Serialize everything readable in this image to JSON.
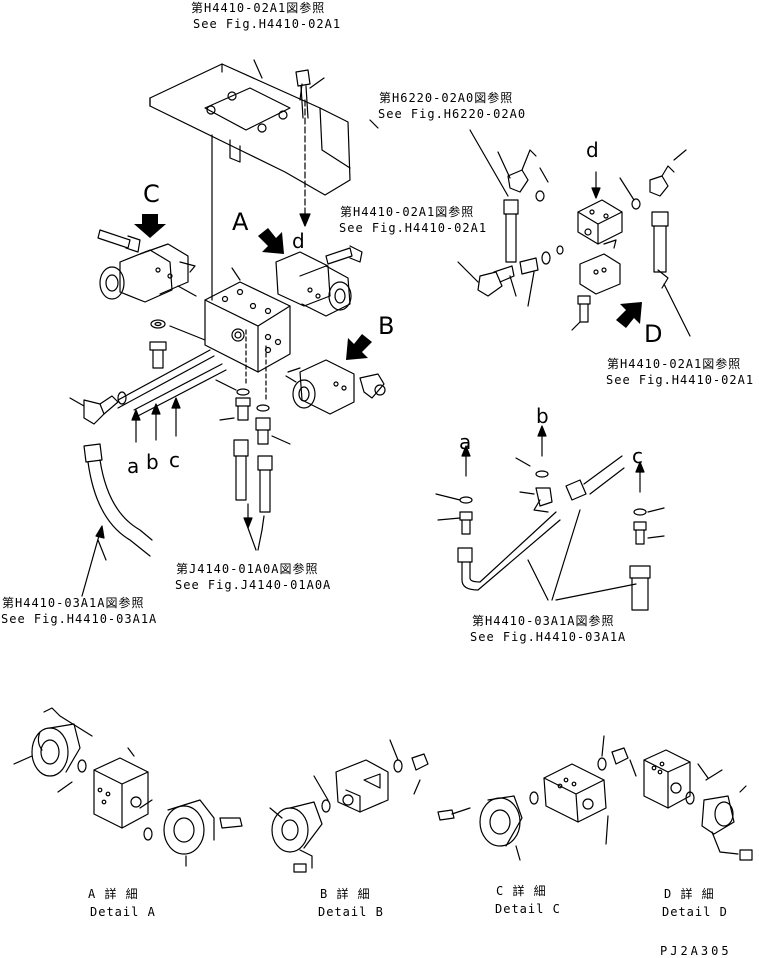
{
  "references": {
    "top": {
      "jp": "第H4410-02A1図参照",
      "en": "See Fig.H4410-02A1"
    },
    "h6220": {
      "jp": "第H6220-02A0図参照",
      "en": "See Fig.H6220-02A0"
    },
    "mid": {
      "jp": "第H4410-02A1図参照",
      "en": "See Fig.H4410-02A1"
    },
    "right": {
      "jp": "第H4410-02A1図参照",
      "en": "See Fig.H4410-02A1"
    },
    "j4140": {
      "jp": "第J4140-01A0A図参照",
      "en": "See Fig.J4140-01A0A"
    },
    "h4410_03_left": {
      "jp": "第H4410-03A1A図参照",
      "en": "See Fig.H4410-03A1A"
    },
    "h4410_03_right": {
      "jp": "第H4410-03A1A図参照",
      "en": "See Fig.H4410-03A1A"
    }
  },
  "view_labels": {
    "A": "A",
    "B": "B",
    "C": "C",
    "D": "D"
  },
  "pipe_labels": {
    "a": "a",
    "b": "b",
    "c": "c",
    "d": "d"
  },
  "details": {
    "A": {
      "jp": "A 詳 細",
      "en": "Detail A"
    },
    "B": {
      "jp": "B 詳 細",
      "en": "Detail B"
    },
    "C": {
      "jp": "C 詳 細",
      "en": "Detail C"
    },
    "D": {
      "jp": "D 詳 細",
      "en": "Detail D"
    }
  },
  "drawing_code": "PJ2A305"
}
